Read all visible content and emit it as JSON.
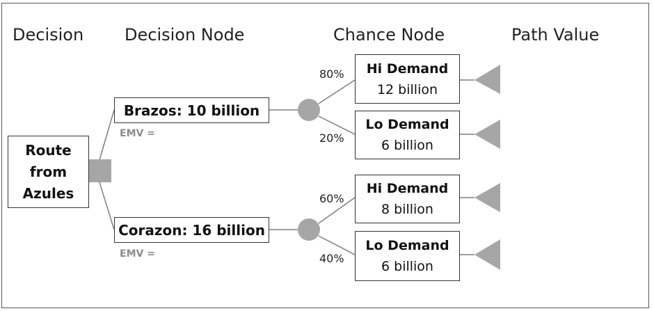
{
  "headers": {
    "decision": "Decision",
    "decision_node": "Decision Node",
    "chance_node": "Chance Node",
    "path_value": "Path Value"
  },
  "root": {
    "line1": "Route",
    "line2": "from",
    "line3": "Azules"
  },
  "options": [
    {
      "label": "Brazos: 10 billion",
      "emv": "EMV =",
      "outcomes": [
        {
          "prob": "80%",
          "title": "Hi Demand",
          "value": "12 billion"
        },
        {
          "prob": "20%",
          "title": "Lo Demand",
          "value": "6 billion"
        }
      ]
    },
    {
      "label": "Corazon: 16 billion",
      "emv": "EMV =",
      "outcomes": [
        {
          "prob": "60%",
          "title": "Hi Demand",
          "value": "8 billion"
        },
        {
          "prob": "40%",
          "title": "Lo Demand",
          "value": "6 billion"
        }
      ]
    }
  ],
  "colors": {
    "node": "#a6a6a6",
    "line": "#7f7f7f",
    "emv": "#8c8c8c"
  }
}
